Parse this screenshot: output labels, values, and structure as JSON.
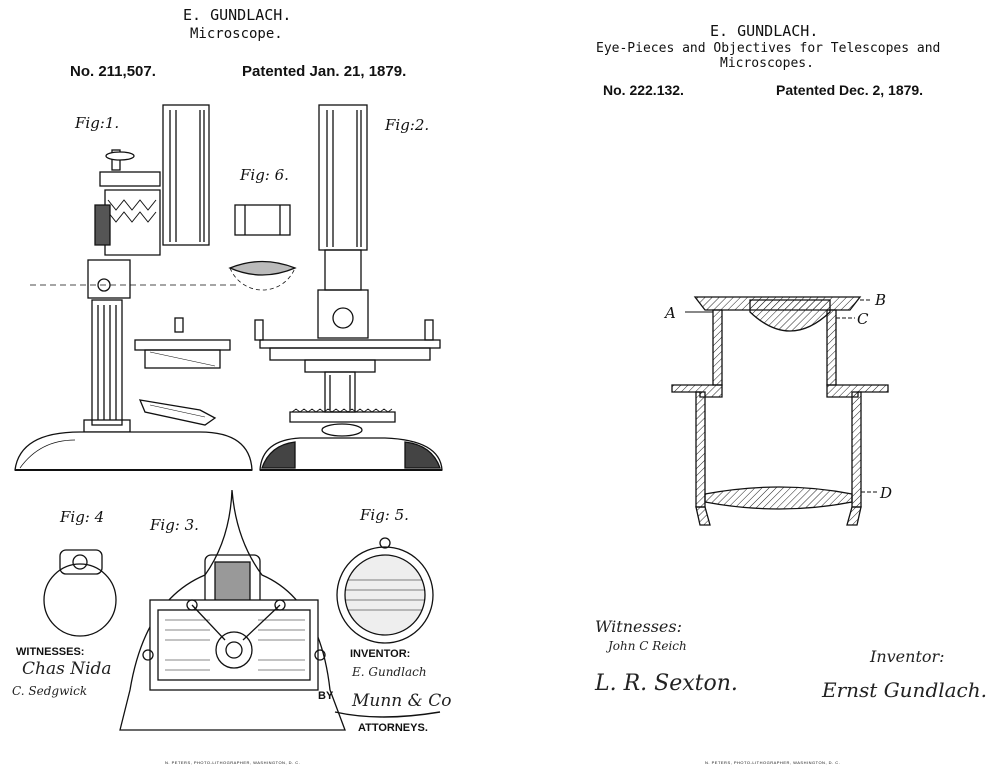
{
  "left_patent": {
    "inventor": "E. GUNDLACH.",
    "title": "Microscope.",
    "number": "No. 211,507.",
    "date": "Patented Jan. 21, 1879.",
    "figures": {
      "fig1": "Fig:1.",
      "fig2": "Fig:2.",
      "fig3": "Fig: 3.",
      "fig4": "Fig: 4",
      "fig5": "Fig: 5.",
      "fig6": "Fig: 6."
    },
    "witnesses_label": "WITNESSES:",
    "inventor_label": "INVENTOR:",
    "by_label": "BY",
    "attorneys_label": "ATTORNEYS.",
    "witness_signature_1": "Chas Nida",
    "witness_signature_2": "C. Sedgwick",
    "inventor_signature": "E. Gundlach",
    "attorney_signature": "Munn & Co",
    "lithographer": "N. PETERS, PHOTO-LITHOGRAPHER, WASHINGTON, D. C."
  },
  "right_patent": {
    "inventor": "E. GUNDLACH.",
    "title_line1": "Eye-Pieces and Objectives for Telescopes and",
    "title_line2": "Microscopes.",
    "number": "No. 222.132.",
    "date": "Patented Dec. 2, 1879.",
    "part_labels": {
      "a": "A",
      "b": "B",
      "c": "C",
      "d": "D"
    },
    "witnesses_label": "Witnesses:",
    "witness_signature_1": "John C Reich",
    "witness_signature_2": "L. R. Sexton.",
    "inventor_label": "Inventor:",
    "inventor_signature": "Ernst Gundlach.",
    "lithographer": "N. PETERS, PHOTO-LITHOGRAPHER, WASHINGTON, D. C."
  }
}
